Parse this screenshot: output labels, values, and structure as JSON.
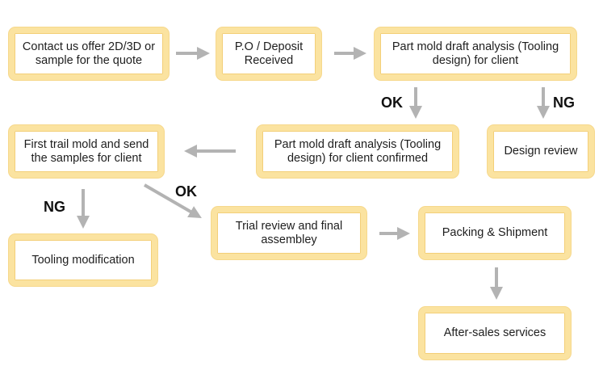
{
  "nodes": {
    "contact_quote": "Contact us offer 2D/3D or sample for the quote",
    "po_deposit": "P.O / Deposit Received",
    "draft_analysis": "Part mold draft analysis (Tooling design) for client",
    "draft_confirmed": "Part mold draft analysis (Tooling design) for client confirmed",
    "design_review": "Design review",
    "first_trail": "First trail mold and send the samples for client",
    "tooling_mod": "Tooling modification",
    "trial_review": "Trial review and final assembley",
    "packing": "Packing & Shipment",
    "after_sales": "After-sales services"
  },
  "labels": {
    "ok_1": "OK",
    "ng_1": "NG",
    "ng_2": "NG",
    "ok_2": "OK"
  },
  "colors": {
    "box_border": "#fbe3a0",
    "arrow": "#b3b3b3"
  }
}
